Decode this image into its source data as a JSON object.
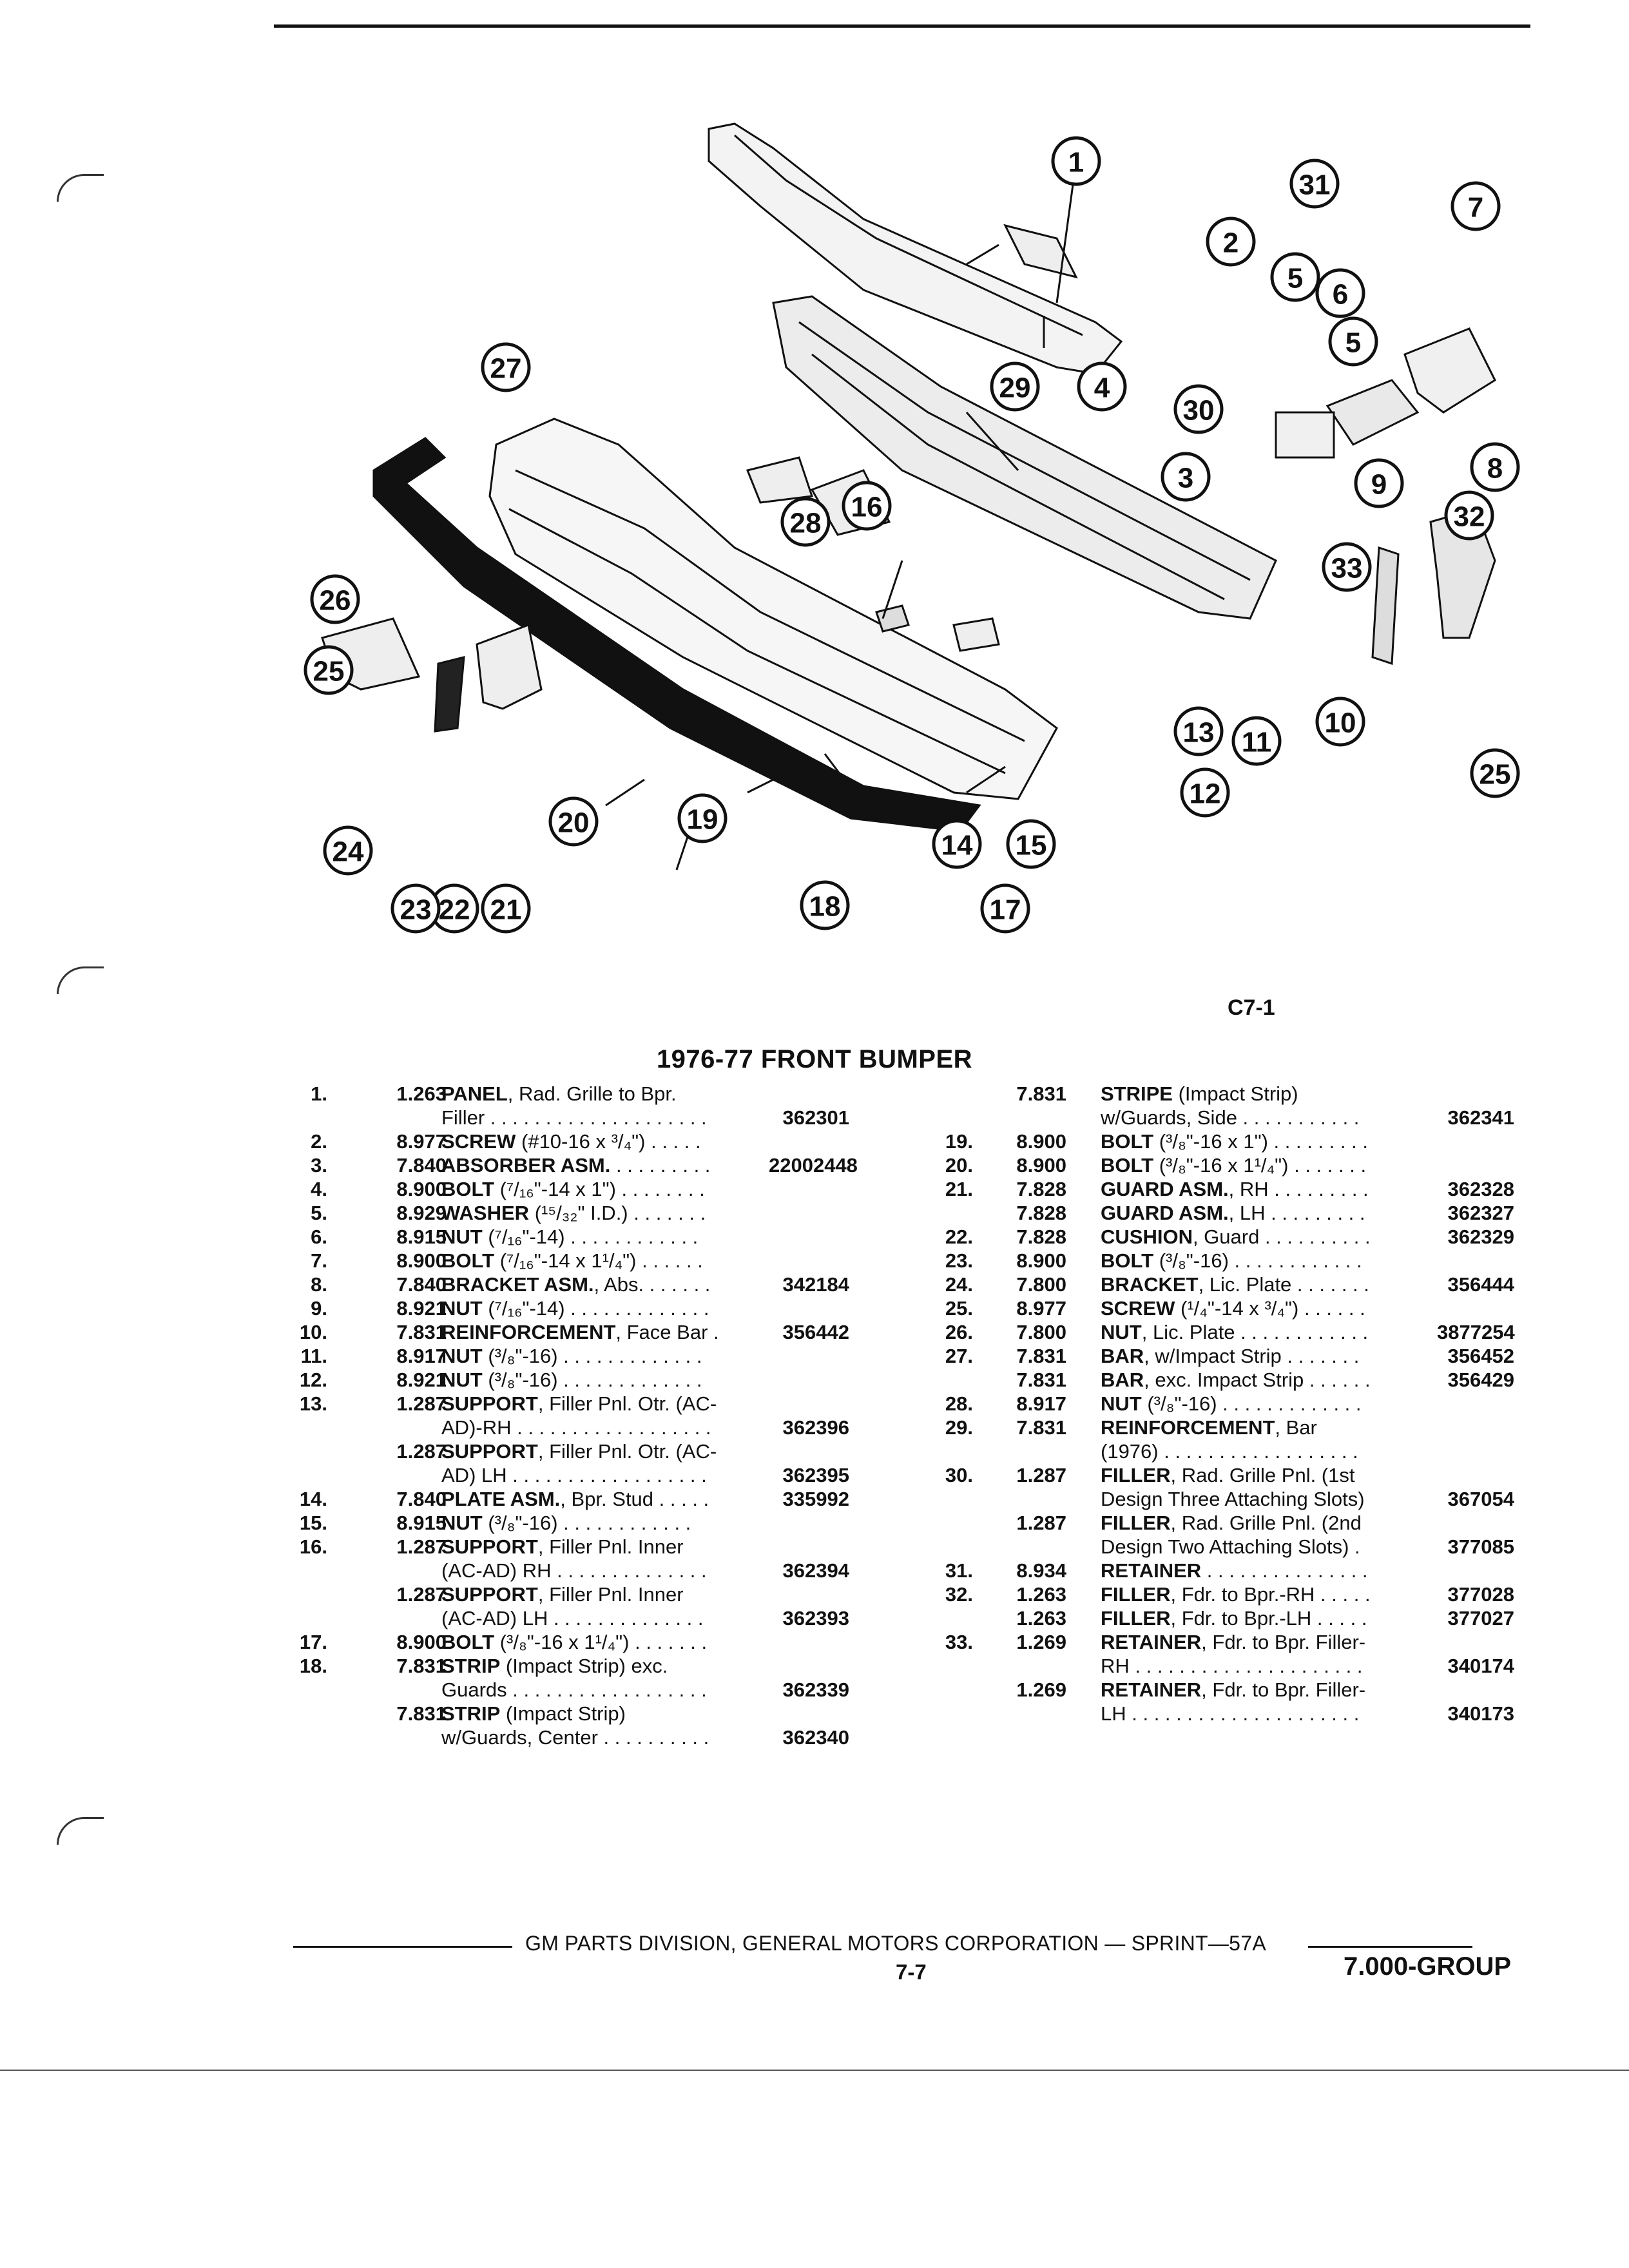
{
  "figure_code": "C7-1",
  "title": "1976-77 FRONT BUMPER",
  "callouts": [
    "1",
    "2",
    "3",
    "4",
    "5",
    "5",
    "6",
    "7",
    "8",
    "9",
    "10",
    "11",
    "12",
    "13",
    "14",
    "15",
    "16",
    "17",
    "18",
    "19",
    "20",
    "21",
    "22",
    "23",
    "24",
    "25",
    "25",
    "26",
    "27",
    "28",
    "29",
    "30",
    "31",
    "32",
    "33"
  ],
  "left_column": [
    {
      "idx": "1.",
      "grp": "1.263",
      "name": "PANEL",
      "desc": ", Rad. Grille to Bpr.",
      "part": ""
    },
    {
      "idx": "",
      "grp": "",
      "name": "",
      "desc": "Filler . . . . . . . . . . . . . . . . . . . .",
      "part": "362301"
    },
    {
      "idx": "2.",
      "grp": "8.977",
      "name": "SCREW",
      "desc": " (#10-16 x ³/₄\") . . . . .",
      "part": ""
    },
    {
      "idx": "3.",
      "grp": "7.840",
      "name": "ABSORBER ASM.",
      "desc": " . . . . . . . . .",
      "part": "22002448"
    },
    {
      "idx": "4.",
      "grp": "8.900",
      "name": "BOLT",
      "desc": " (⁷/₁₆\"-14 x 1\") . . . . . . . .",
      "part": ""
    },
    {
      "idx": "5.",
      "grp": "8.929",
      "name": "WASHER",
      "desc": " (¹⁵/₃₂\" I.D.) . . . . . . .",
      "part": ""
    },
    {
      "idx": "6.",
      "grp": "8.915",
      "name": "NUT",
      "desc": " (⁷/₁₆\"-14) . . . . . . . . . . . .",
      "part": ""
    },
    {
      "idx": "7.",
      "grp": "8.900",
      "name": "BOLT",
      "desc": " (⁷/₁₆\"-14 x 1¹/₄\") . . . . . .",
      "part": ""
    },
    {
      "idx": "8.",
      "grp": "7.840",
      "name": "BRACKET ASM.",
      "desc": ", Abs. . . . . . .",
      "part": "342184"
    },
    {
      "idx": "9.",
      "grp": "8.921",
      "name": "NUT",
      "desc": " (⁷/₁₆\"-14) . . . . . . . . . . . . .",
      "part": ""
    },
    {
      "idx": "10.",
      "grp": "7.831",
      "name": "REINFORCEMENT",
      "desc": ", Face Bar .",
      "part": "356442"
    },
    {
      "idx": "11.",
      "grp": "8.917",
      "name": "NUT",
      "desc": " (³/₈\"-16) . . . . . . . . . . . . .",
      "part": ""
    },
    {
      "idx": "12.",
      "grp": "8.921",
      "name": "NUT",
      "desc": " (³/₈\"-16) . . . . . . . . . . . . .",
      "part": ""
    },
    {
      "idx": "13.",
      "grp": "1.287",
      "name": "SUPPORT",
      "desc": ", Filler Pnl. Otr. (AC-",
      "part": ""
    },
    {
      "idx": "",
      "grp": "",
      "name": "",
      "desc": "AD)-RH . . . . . . . . . . . . . . . . . .",
      "part": "362396"
    },
    {
      "idx": "",
      "grp": "1.287",
      "name": "SUPPORT",
      "desc": ", Filler Pnl. Otr. (AC-",
      "part": ""
    },
    {
      "idx": "",
      "grp": "",
      "name": "",
      "desc": "AD) LH . . . . . . . . . . . . . . . . . .",
      "part": "362395"
    },
    {
      "idx": "14.",
      "grp": "7.840",
      "name": "PLATE ASM.",
      "desc": ", Bpr. Stud . . . . .",
      "part": "335992"
    },
    {
      "idx": "15.",
      "grp": "8.915",
      "name": "NUT",
      "desc": " (³/₈\"-16) . . . . . . . . . . . .",
      "part": ""
    },
    {
      "idx": "16.",
      "grp": "1.287",
      "name": "SUPPORT",
      "desc": ", Filler Pnl. Inner",
      "part": ""
    },
    {
      "idx": "",
      "grp": "",
      "name": "",
      "desc": "(AC-AD) RH . . . . . . . . . . . . . .",
      "part": "362394"
    },
    {
      "idx": "",
      "grp": "1.287",
      "name": "SUPPORT",
      "desc": ", Filler Pnl. Inner",
      "part": ""
    },
    {
      "idx": "",
      "grp": "",
      "name": "",
      "desc": "(AC-AD) LH . . . . . . . . . . . . . .",
      "part": "362393"
    },
    {
      "idx": "17.",
      "grp": "8.900",
      "name": "BOLT",
      "desc": " (³/₈\"-16 x 1¹/₄\") . . . . . . .",
      "part": ""
    },
    {
      "idx": "18.",
      "grp": "7.831",
      "name": "STRIP",
      "desc": " (Impact Strip) exc.",
      "part": ""
    },
    {
      "idx": "",
      "grp": "",
      "name": "",
      "desc": "Guards . . . . . . . . . . . . . . . . . .",
      "part": "362339"
    },
    {
      "idx": "",
      "grp": "7.831",
      "name": "STRIP",
      "desc": " (Impact Strip)",
      "part": ""
    },
    {
      "idx": "",
      "grp": "",
      "name": "",
      "desc": "w/Guards, Center . . . . . . . . . .",
      "part": "362340"
    }
  ],
  "right_column": [
    {
      "idx": "",
      "grp": "7.831",
      "name": "STRIPE",
      "desc": " (Impact Strip)",
      "part": ""
    },
    {
      "idx": "",
      "grp": "",
      "name": "",
      "desc": "w/Guards, Side . . . . . . . . . . .",
      "part": "362341"
    },
    {
      "idx": "19.",
      "grp": "8.900",
      "name": "BOLT",
      "desc": " (³/₈\"-16 x 1\") . . . . . . . . .",
      "part": ""
    },
    {
      "idx": "20.",
      "grp": "8.900",
      "name": "BOLT",
      "desc": " (³/₈\"-16 x 1¹/₄\") . . . . . . .",
      "part": ""
    },
    {
      "idx": "21.",
      "grp": "7.828",
      "name": "GUARD ASM.",
      "desc": ", RH . . . . . . . . .",
      "part": "362328"
    },
    {
      "idx": "",
      "grp": "7.828",
      "name": "GUARD ASM.",
      "desc": ", LH . . . . . . . . .",
      "part": "362327"
    },
    {
      "idx": "22.",
      "grp": "7.828",
      "name": "CUSHION",
      "desc": ", Guard . . . . . . . . . .",
      "part": "362329"
    },
    {
      "idx": "23.",
      "grp": "8.900",
      "name": "BOLT",
      "desc": " (³/₈\"-16) . . . . . . . . . . . .",
      "part": ""
    },
    {
      "idx": "24.",
      "grp": "7.800",
      "name": "BRACKET",
      "desc": ", Lic. Plate . . . . . . .",
      "part": "356444"
    },
    {
      "idx": "25.",
      "grp": "8.977",
      "name": "SCREW",
      "desc": " (¹/₄\"-14 x ³/₄\") . . . . . .",
      "part": ""
    },
    {
      "idx": "26.",
      "grp": "7.800",
      "name": "NUT",
      "desc": ", Lic. Plate . . . . . . . . . . . .",
      "part": "3877254"
    },
    {
      "idx": "27.",
      "grp": "7.831",
      "name": "BAR",
      "desc": ", w/Impact Strip . . . . . . .",
      "part": "356452"
    },
    {
      "idx": "",
      "grp": "7.831",
      "name": "BAR",
      "desc": ", exc. Impact Strip . . . . . .",
      "part": "356429"
    },
    {
      "idx": "28.",
      "grp": "8.917",
      "name": "NUT",
      "desc": " (³/₈\"-16) . . . . . . . . . . . . .",
      "part": ""
    },
    {
      "idx": "29.",
      "grp": "7.831",
      "name": "REINFORCEMENT",
      "desc": ", Bar",
      "part": ""
    },
    {
      "idx": "",
      "grp": "",
      "name": "",
      "desc": "(1976) . . . . . . . . . . . . . . . . . .",
      "part": ""
    },
    {
      "idx": "30.",
      "grp": "1.287",
      "name": "FILLER",
      "desc": ", Rad. Grille Pnl. (1st",
      "part": ""
    },
    {
      "idx": "",
      "grp": "",
      "name": "",
      "desc": "Design Three Attaching Slots)",
      "part": "367054"
    },
    {
      "idx": "",
      "grp": "1.287",
      "name": "FILLER",
      "desc": ", Rad. Grille Pnl. (2nd",
      "part": ""
    },
    {
      "idx": "",
      "grp": "",
      "name": "",
      "desc": "Design Two Attaching Slots) .",
      "part": "377085"
    },
    {
      "idx": "31.",
      "grp": "8.934",
      "name": "RETAINER",
      "desc": " . . . . . . . . . . . . . . .",
      "part": ""
    },
    {
      "idx": "32.",
      "grp": "1.263",
      "name": "FILLER",
      "desc": ", Fdr. to Bpr.-RH . . . . .",
      "part": "377028"
    },
    {
      "idx": "",
      "grp": "1.263",
      "name": "FILLER",
      "desc": ", Fdr. to Bpr.-LH . . . . .",
      "part": "377027"
    },
    {
      "idx": "33.",
      "grp": "1.269",
      "name": "RETAINER",
      "desc": ", Fdr. to Bpr. Filler-",
      "part": ""
    },
    {
      "idx": "",
      "grp": "",
      "name": "",
      "desc": "RH . . . . . . . . . . . . . . . . . . . . .",
      "part": "340174"
    },
    {
      "idx": "",
      "grp": "1.269",
      "name": "RETAINER",
      "desc": ", Fdr. to Bpr. Filler-",
      "part": ""
    },
    {
      "idx": "",
      "grp": "",
      "name": "",
      "desc": "LH . . . . . . . . . . . . . . . . . . . . .",
      "part": "340173"
    }
  ],
  "footer": {
    "text": "GM PARTS DIVISION, GENERAL MOTORS CORPORATION — SPRINT—57A",
    "page": "7-7",
    "group": "7.000-GROUP"
  }
}
